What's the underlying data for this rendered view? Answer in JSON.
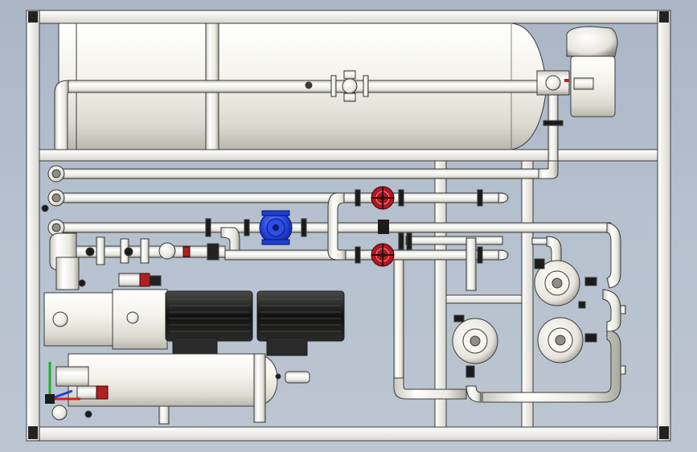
{
  "viewport": {
    "background_top": "#aab6c6",
    "background_bottom": "#bcc6d2"
  },
  "colors": {
    "steel": "#efeee6",
    "steel_shadow": "#8f8e86",
    "steel_dark": "#3a3a38",
    "handwheel_red": "#b01822",
    "pump_blue": "#1f3ed6",
    "motor_black": "#1c1c1c",
    "axis_x": "#d42020",
    "axis_y": "#20b020",
    "axis_z": "#2040e0"
  },
  "components": [
    "frame",
    "horizontal-tank",
    "upper-pipe-header",
    "level-controller",
    "pipe-manifold",
    "gate-valve-upper",
    "gate-valve-lower",
    "centrifugal-pump",
    "check-valve",
    "motor-pump-assembly",
    "receiver-tank",
    "filter-housings",
    "coordinate-triad"
  ]
}
